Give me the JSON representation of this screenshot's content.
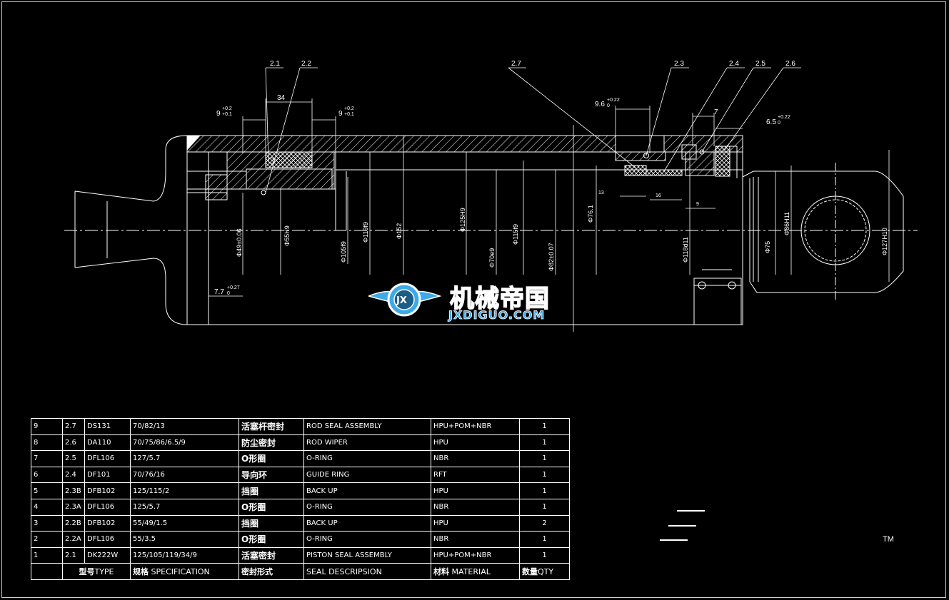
{
  "callouts": [
    "2.1",
    "2.2",
    "2.7",
    "2.3",
    "2.4",
    "2.5",
    "2.6"
  ],
  "dimensions": {
    "d34": "34",
    "d9a": "9",
    "d9a_tol_up": "+0.2",
    "d9a_tol_dn": "+0.1",
    "d9b": "9",
    "d9b_tol_up": "+0.2",
    "d9b_tol_dn": "+0.1",
    "d96": "9.6",
    "d96_tol_up": "+0.22",
    "d96_tol_dn": "0",
    "d7": "7",
    "d65": "6.5",
    "d65_tol_up": "+0.22",
    "d65_tol_dn": "0",
    "d77": "7.7",
    "d77_tol_up": "+0.27",
    "d77_tol_dn": "0",
    "s13": "13",
    "s16": "16",
    "s9": "9",
    "v49": "Φ49±0.06",
    "v55": "Φ55H9",
    "v105": "Φ105f9",
    "v119": "Φ119f9",
    "v152": "Φ152",
    "v125": "Φ125H9",
    "v70": "Φ70e9",
    "v115": "Φ115f9",
    "v82": "Φ82±0.07",
    "v76": "Φ76.1",
    "v118": "Φ118d11",
    "v75": "Φ75",
    "v86": "Φ86H11",
    "v127": "Φ127H10"
  },
  "parts_table": {
    "rows": [
      {
        "no": "9",
        "item": "2.7",
        "type": "DS131",
        "spec": "70/82/13",
        "name_cn": "活塞杆密封",
        "description": "ROD SEAL ASSEMBLY",
        "material": "HPU+POM+NBR",
        "qty": "1"
      },
      {
        "no": "8",
        "item": "2.6",
        "type": "DA110",
        "spec": "70/75/86/6.5/9",
        "name_cn": "防尘密封",
        "description": "ROD WIPER",
        "material": "HPU",
        "qty": "1"
      },
      {
        "no": "7",
        "item": "2.5",
        "type": "DFL106",
        "spec": "127/5.7",
        "name_cn": "O形圈",
        "description": "O-RING",
        "material": "NBR",
        "qty": "1"
      },
      {
        "no": "6",
        "item": "2.4",
        "type": "DF101",
        "spec": "70/76/16",
        "name_cn": "导向环",
        "description": "GUIDE RING",
        "material": "RFT",
        "qty": "1"
      },
      {
        "no": "5",
        "item": "2.3B",
        "type": "DFB102",
        "spec": "125/115/2",
        "name_cn": "挡圈",
        "description": "BACK UP",
        "material": "HPU",
        "qty": "1"
      },
      {
        "no": "4",
        "item": "2.3A",
        "type": "DFL106",
        "spec": "125/5.7",
        "name_cn": "O形圈",
        "description": "O-RING",
        "material": "NBR",
        "qty": "1"
      },
      {
        "no": "3",
        "item": "2.2B",
        "type": "DFB102",
        "spec": "55/49/1.5",
        "name_cn": "挡圈",
        "description": "BACK UP",
        "material": "HPU",
        "qty": "2"
      },
      {
        "no": "2",
        "item": "2.2A",
        "type": "DFL106",
        "spec": "55/3.5",
        "name_cn": "O形圈",
        "description": "O-RING",
        "material": "NBR",
        "qty": "1"
      },
      {
        "no": "1",
        "item": "2.1",
        "type": "DK222W",
        "spec": "125/105/119/34/9",
        "name_cn": "活塞密封",
        "description": "PISTON SEAL ASSEMBLY",
        "material": "HPU+POM+NBR",
        "qty": "1"
      }
    ],
    "header": {
      "type_cn": "型号",
      "type_en": "TYPE",
      "spec_cn": "规格",
      "spec_en": "SPECIFICATION",
      "name_cn": "密封形式",
      "description": "SEAL DESCRIPSION",
      "material_cn": "材料",
      "material_en": "MATERIAL",
      "qty_cn": "数量",
      "qty_en": "QTY"
    }
  },
  "watermark": {
    "cn": "机械帝国",
    "en": "JXDIGUO.COM",
    "badge": "JX"
  },
  "tm": "TM",
  "colors": {
    "background": "#000000",
    "lines": "#ffffff",
    "watermark": "#3fa9e8"
  }
}
